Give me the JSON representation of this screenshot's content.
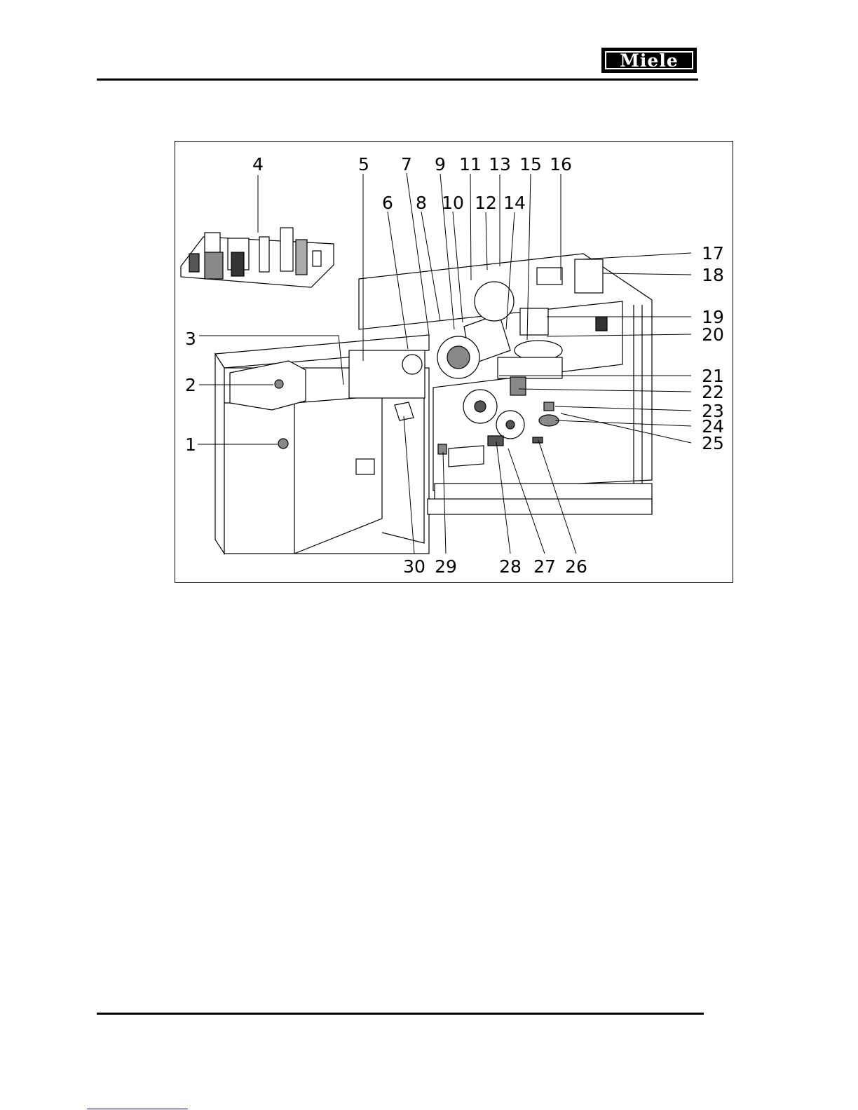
{
  "header": {
    "brand": "Miele"
  },
  "diagram": {
    "callouts": [
      "1",
      "2",
      "3",
      "4",
      "5",
      "6",
      "7",
      "8",
      "9",
      "10",
      "11",
      "12",
      "13",
      "14",
      "15",
      "16",
      "17",
      "18",
      "19",
      "20",
      "21",
      "22",
      "23",
      "24",
      "25",
      "26",
      "27",
      "28",
      "29",
      "30"
    ]
  }
}
